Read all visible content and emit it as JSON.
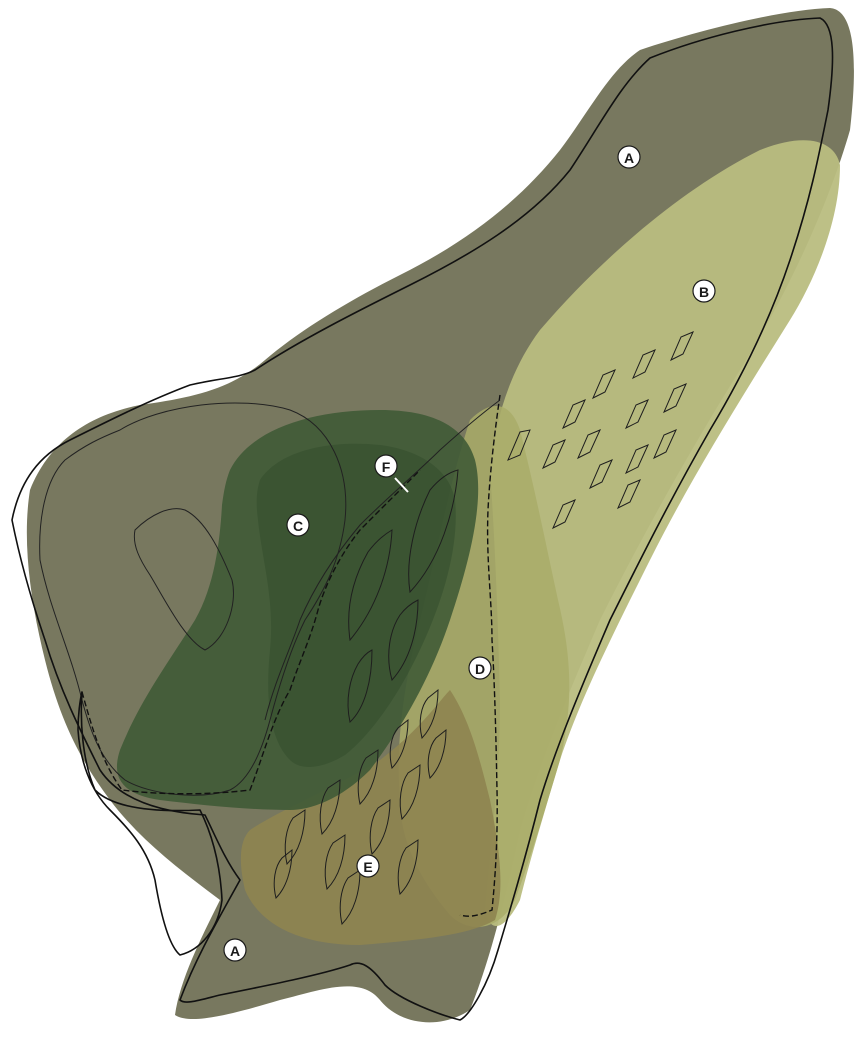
{
  "labels": {
    "a_top": "A",
    "b": "B",
    "c": "C",
    "d": "D",
    "e": "E",
    "f": "F",
    "a_bottom": "A"
  },
  "colors": {
    "region_a": "#6b6b50",
    "region_b": "#b7bb7d",
    "region_c": "#3e5a35",
    "region_d": "#a5a866",
    "region_e": "#8d8350",
    "label_fill": "#ffffff",
    "line": "#111111"
  }
}
